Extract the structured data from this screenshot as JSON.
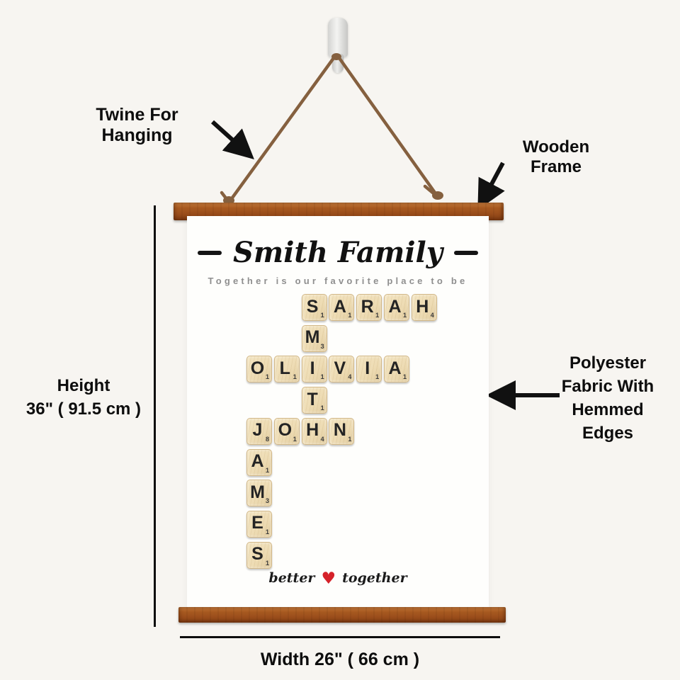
{
  "annotations": {
    "twine_label": "Twine For Hanging",
    "frame_label": "Wooden Frame",
    "height_title": "Height",
    "height_value": "36\" ( 91.5 cm )",
    "fabric_label_lines": [
      "Polyester",
      "Fabric With",
      "Hemmed",
      "Edges"
    ],
    "width_label": "Width 26\" ( 66 cm )"
  },
  "banner": {
    "title": "Smith Family",
    "subtitle": "Together is our favorite place to be",
    "footer": {
      "left_word": "better",
      "heart_icon": "♥",
      "right_word": "together"
    }
  },
  "scrabble": {
    "words": [
      "SARAH",
      "SMITH",
      "OLIVIA",
      "JOHN",
      "JAMES"
    ],
    "tiles": [
      {
        "letter": "S",
        "value": 1,
        "col": 2,
        "row": 0
      },
      {
        "letter": "A",
        "value": 1,
        "col": 3,
        "row": 0
      },
      {
        "letter": "R",
        "value": 1,
        "col": 4,
        "row": 0
      },
      {
        "letter": "A",
        "value": 1,
        "col": 5,
        "row": 0
      },
      {
        "letter": "H",
        "value": 4,
        "col": 6,
        "row": 0
      },
      {
        "letter": "M",
        "value": 3,
        "col": 2,
        "row": 1
      },
      {
        "letter": "O",
        "value": 1,
        "col": 0,
        "row": 2
      },
      {
        "letter": "L",
        "value": 1,
        "col": 1,
        "row": 2
      },
      {
        "letter": "I",
        "value": 1,
        "col": 2,
        "row": 2
      },
      {
        "letter": "V",
        "value": 4,
        "col": 3,
        "row": 2
      },
      {
        "letter": "I",
        "value": 1,
        "col": 4,
        "row": 2
      },
      {
        "letter": "A",
        "value": 1,
        "col": 5,
        "row": 2
      },
      {
        "letter": "T",
        "value": 1,
        "col": 2,
        "row": 3
      },
      {
        "letter": "J",
        "value": 8,
        "col": 0,
        "row": 4
      },
      {
        "letter": "O",
        "value": 1,
        "col": 1,
        "row": 4
      },
      {
        "letter": "H",
        "value": 4,
        "col": 2,
        "row": 4
      },
      {
        "letter": "N",
        "value": 1,
        "col": 3,
        "row": 4
      },
      {
        "letter": "A",
        "value": 1,
        "col": 0,
        "row": 5
      },
      {
        "letter": "M",
        "value": 3,
        "col": 0,
        "row": 6
      },
      {
        "letter": "E",
        "value": 1,
        "col": 0,
        "row": 7
      },
      {
        "letter": "S",
        "value": 1,
        "col": 0,
        "row": 8
      }
    ]
  },
  "colors": {
    "wood": "#a85a20",
    "twine": "#85603f",
    "tile": "#eedcb4",
    "heart": "#d5222a",
    "background": "#f7f5f1"
  }
}
